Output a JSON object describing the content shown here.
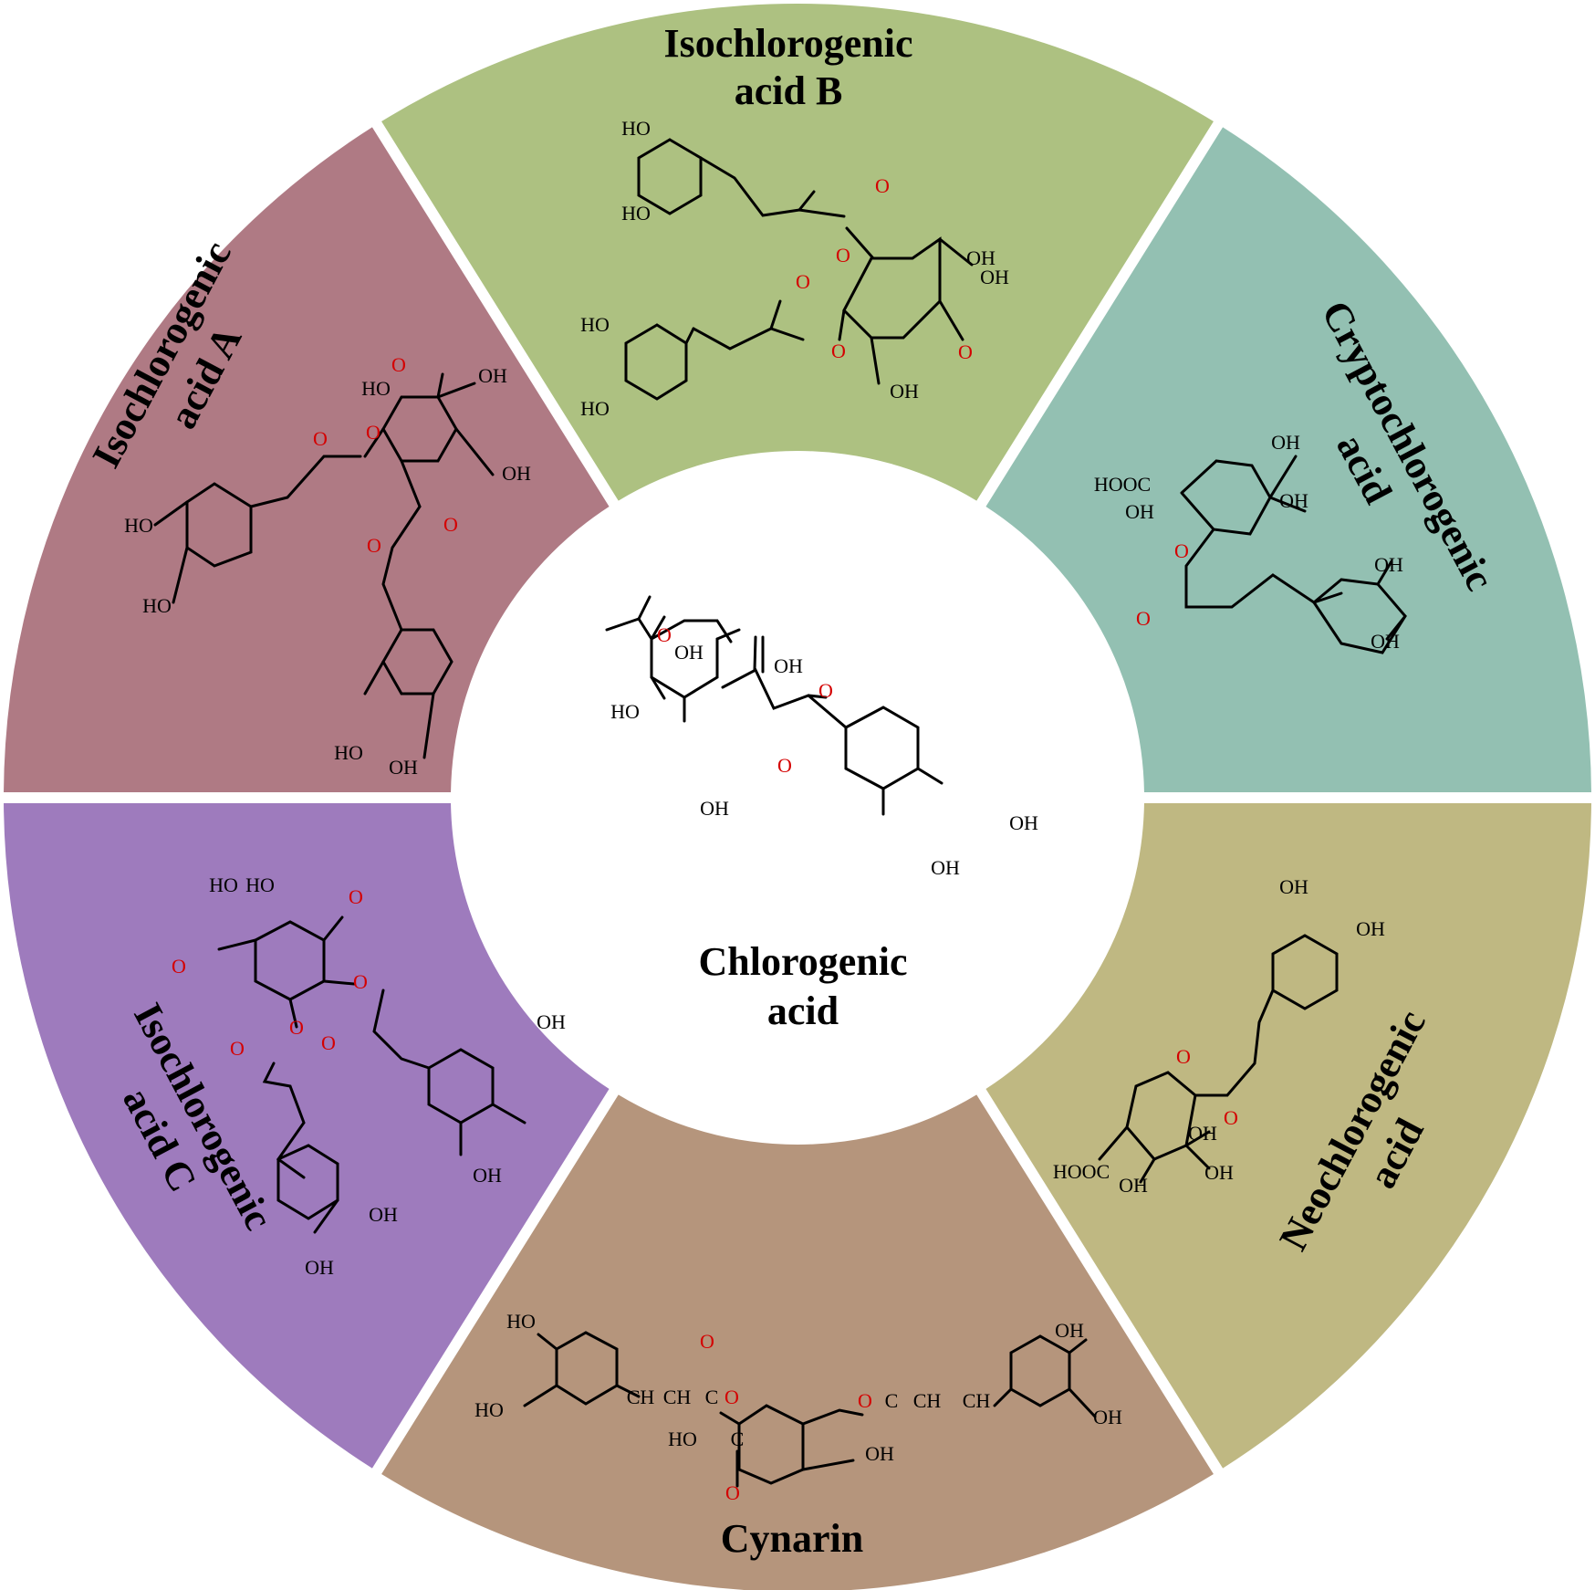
{
  "center": {
    "label_lines": [
      "Chlorogenic",
      "acid"
    ],
    "atoms": [
      "O",
      "OH",
      "OH",
      "HO",
      "O",
      "O",
      "OH",
      "OH",
      "OH"
    ]
  },
  "sectors": [
    {
      "id": "isochlorogenic-acid-b",
      "color": "#adc181",
      "label_lines": [
        "Isochlorogenic",
        "acid B"
      ],
      "atoms": [
        "HO",
        "HO",
        "O",
        "O",
        "OH",
        "OH",
        "O",
        "HO",
        "HO",
        "O",
        "O",
        "OH"
      ]
    },
    {
      "id": "cryptochlorogenic-acid",
      "color": "#93c0b2",
      "label_lines": [
        "Cryptochlorogenic",
        "acid"
      ],
      "atoms": [
        "HOOC",
        "OH",
        "OH",
        "OH",
        "O",
        "O",
        "OH",
        "OH"
      ]
    },
    {
      "id": "neochlorogenic-acid",
      "color": "#bfb882",
      "label_lines": [
        "Neochlorogenic",
        "acid"
      ],
      "atoms": [
        "OH",
        "OH",
        "O",
        "O",
        "OH",
        "HOOC",
        "OH",
        "OH"
      ]
    },
    {
      "id": "cynarin",
      "color": "#b5957c",
      "label_lines": [
        "Cynarin"
      ],
      "atoms": [
        "HO",
        "HO",
        "O",
        "CH",
        "CH",
        "C",
        "O",
        "HO",
        "C",
        "O",
        "OH",
        "O",
        "C",
        "CH",
        "CH",
        "OH",
        "OH"
      ]
    },
    {
      "id": "isochlorogenic-acid-c",
      "color": "#9e7bbd",
      "label_lines": [
        "Isochlorogenic",
        "acid C"
      ],
      "atoms": [
        "HO",
        "HO",
        "O",
        "O",
        "O",
        "O",
        "O",
        "O",
        "OH",
        "OH",
        "OH",
        "OH"
      ]
    },
    {
      "id": "isochlorogenic-acid-a",
      "color": "#af7a84",
      "label_lines": [
        "Isochlorogenic",
        "acid A"
      ],
      "atoms": [
        "O",
        "HO",
        "OH",
        "O",
        "O",
        "OH",
        "HO",
        "HO",
        "O",
        "O",
        "HO",
        "OH"
      ]
    }
  ]
}
